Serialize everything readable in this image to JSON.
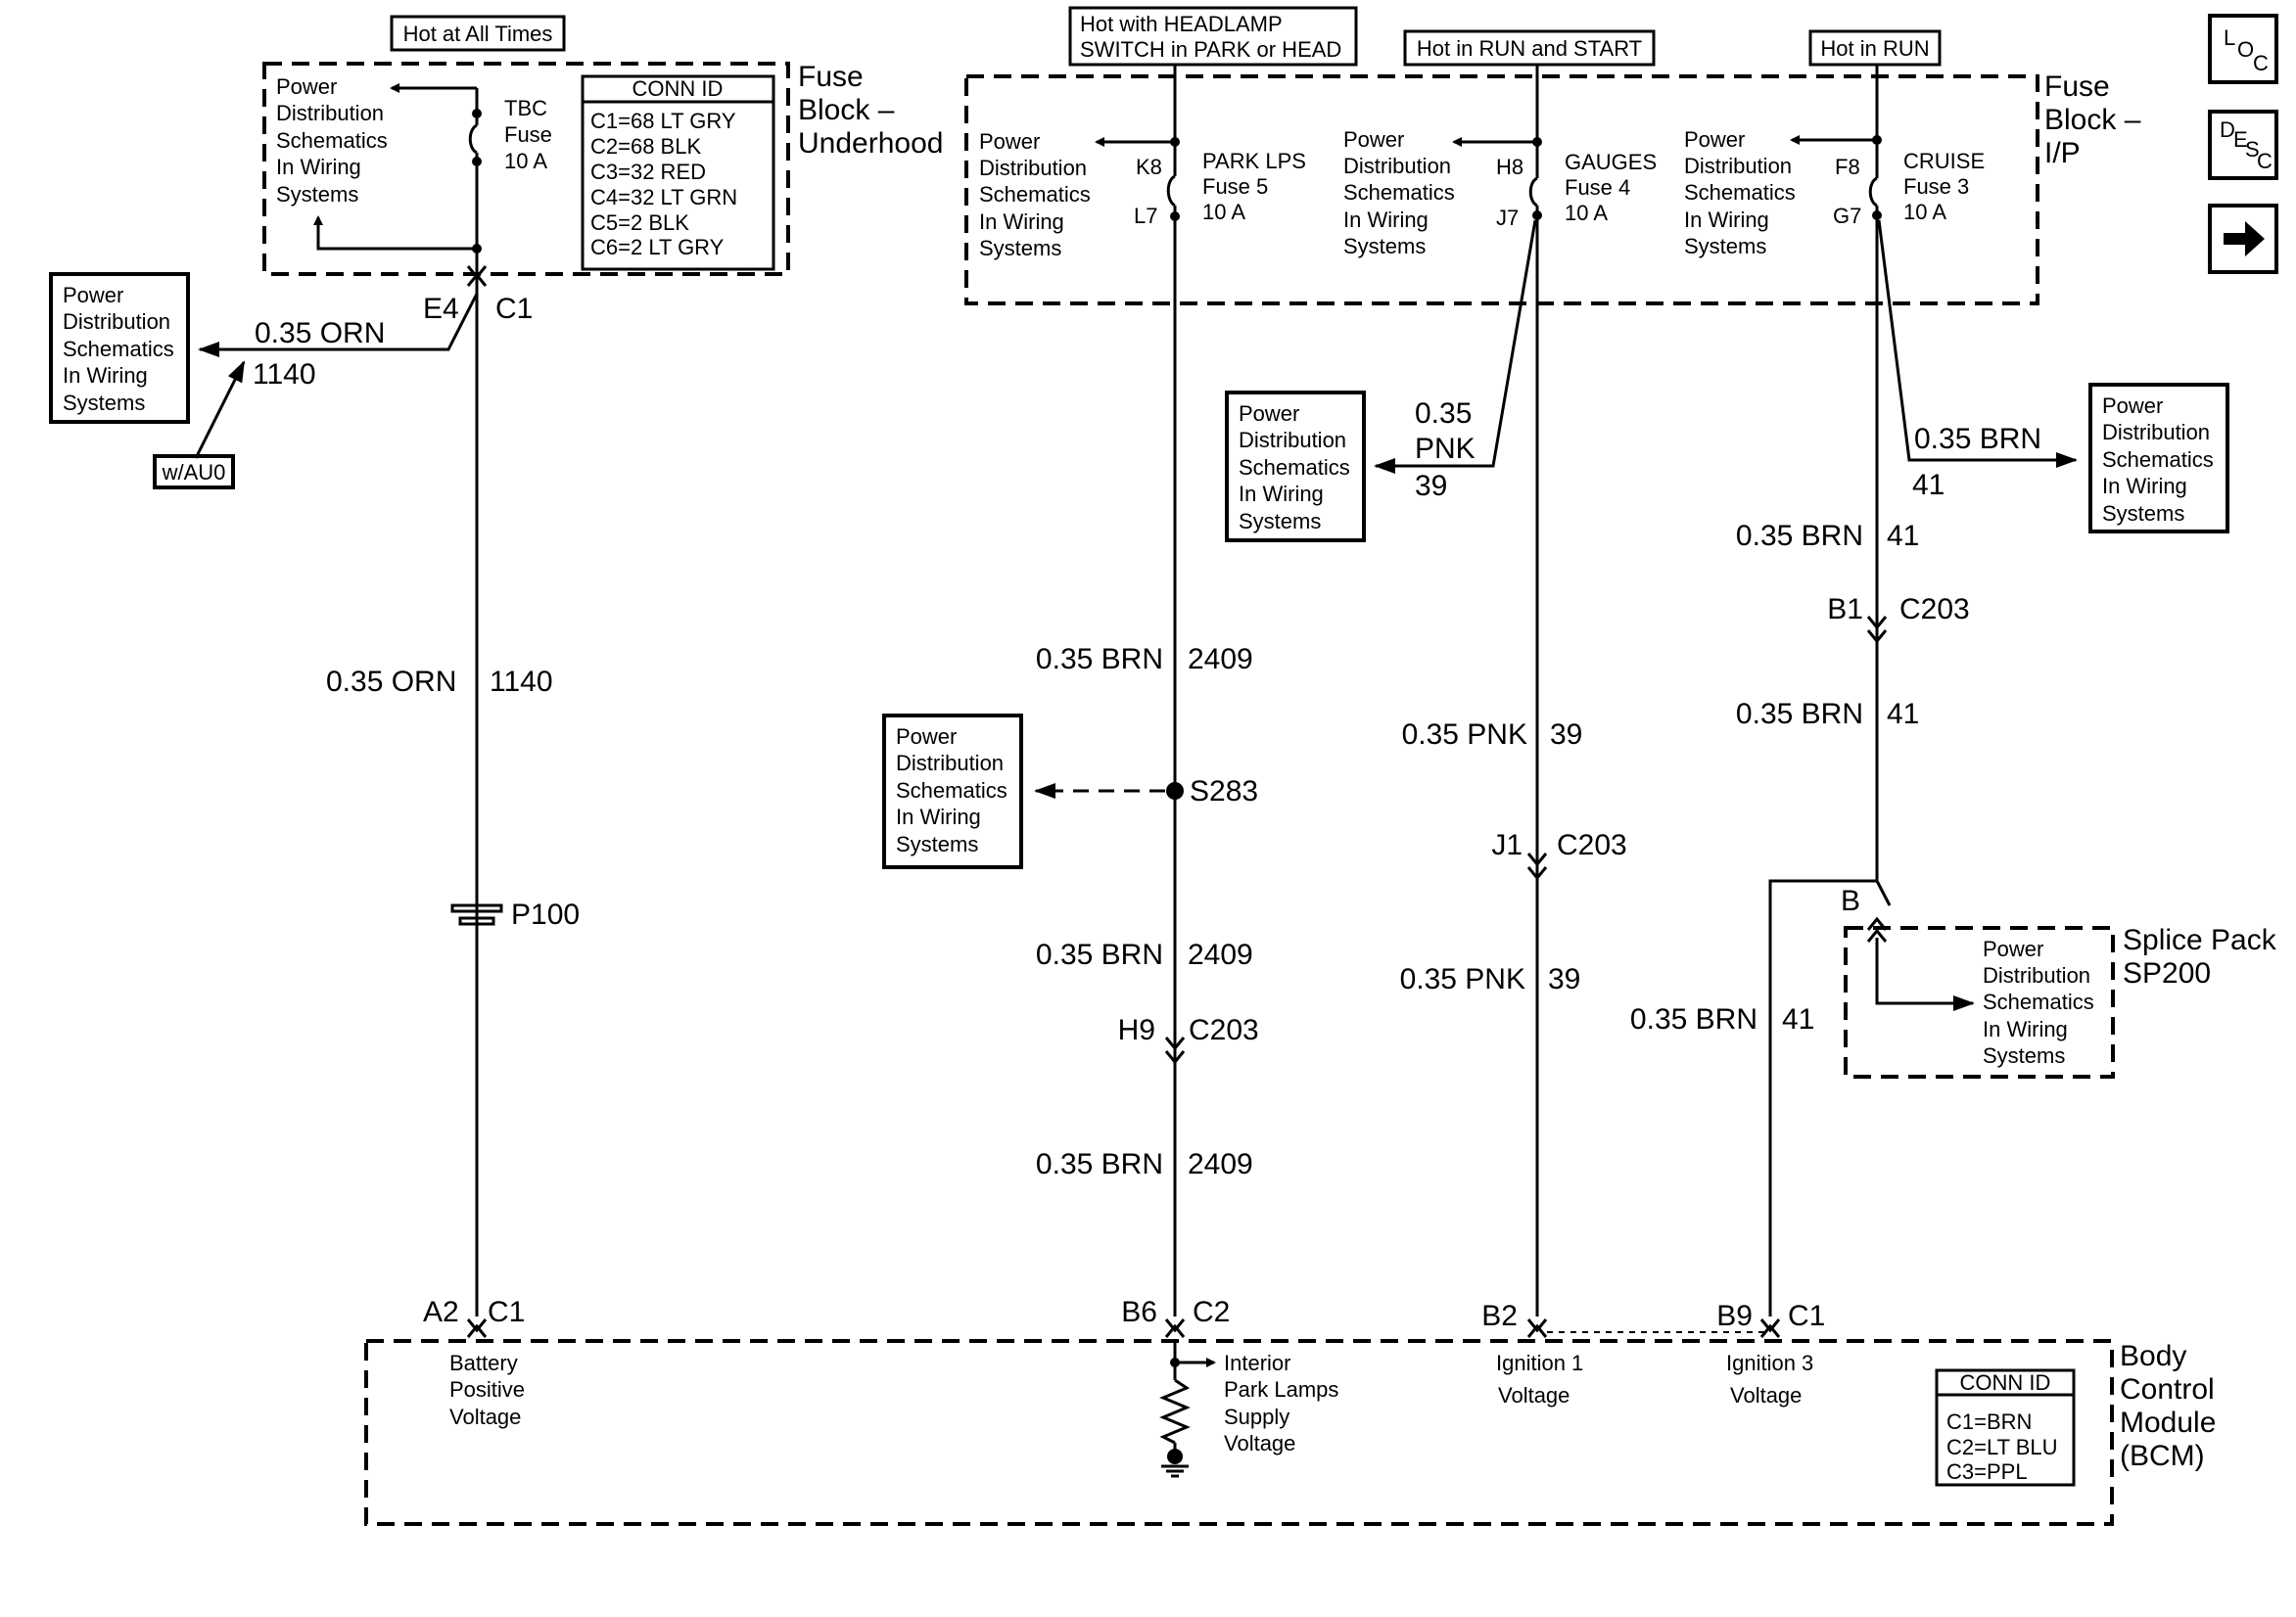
{
  "nav": {
    "loc": {
      "l1": "L",
      "l2": "O",
      "l3": "C"
    },
    "desc": {
      "l1": "D",
      "l2": "E",
      "l3": "S",
      "l4": "C"
    },
    "next_label": "Next"
  },
  "hot_labels": {
    "always": "Hot at All Times",
    "headlamp_line1": "Hot with HEADLAMP",
    "headlamp_line2": "SWITCH in PARK or HEAD",
    "run_start": "Hot in RUN and START",
    "run": "Hot in RUN"
  },
  "pds": {
    "l1": "Power",
    "l2": "Distribution",
    "l3": "Schematics",
    "l4": "In Wiring",
    "l5": "Systems"
  },
  "fuse_block_underhood": {
    "title_l1": "Fuse",
    "title_l2": "Block –",
    "title_l3": "Underhood",
    "fuse_l1": "TBC",
    "fuse_l2": "Fuse",
    "fuse_l3": "10 A",
    "conn_id_title": "CONN ID",
    "conn_ids": [
      "C1=68 LT GRY",
      "C2=68 BLK",
      "C3=32 RED",
      "C4=32 LT GRN",
      "C5=2 BLK",
      "C6=2 LT GRY"
    ]
  },
  "fuse_block_ip": {
    "title_l1": "Fuse",
    "title_l2": "Block –",
    "title_l3": "I/P",
    "fuses": [
      {
        "in_pin": "K8",
        "out_pin": "L7",
        "name": "PARK LPS",
        "number": "Fuse 5",
        "rating": "10 A"
      },
      {
        "in_pin": "H8",
        "out_pin": "J7",
        "name": "GAUGES",
        "number": "Fuse 4",
        "rating": "10 A"
      },
      {
        "in_pin": "F8",
        "out_pin": "G7",
        "name": "CRUISE",
        "number": "Fuse 3",
        "rating": "10 A"
      }
    ]
  },
  "circuit_1140": {
    "e4": "E4",
    "c1": "C1",
    "top_wire": "0.35 ORN",
    "top_num": "1140",
    "option": "w/AU0",
    "mid_wire": "0.35 ORN",
    "mid_num": "1140",
    "pass_through": "P100",
    "bcm_pin": "A2",
    "bcm_conn": "C1"
  },
  "circuit_2409": {
    "w1": "0.35 BRN",
    "n1": "2409",
    "splice": "S283",
    "w2": "0.35 BRN",
    "n2": "2409",
    "conn_pin": "H9",
    "conn": "C203",
    "w3": "0.35 BRN",
    "n3": "2409",
    "bcm_pin": "B6",
    "bcm_conn": "C2"
  },
  "circuit_39": {
    "branch_w1": "0.35",
    "branch_w2": "PNK",
    "branch_num": "39",
    "w1": "0.35 PNK",
    "n1": "39",
    "conn_pin": "J1",
    "conn": "C203",
    "w2": "0.35 PNK",
    "n2": "39",
    "bcm_pin": "B2"
  },
  "circuit_41": {
    "branch_w": "0.35 BRN",
    "branch_num": "41",
    "w1": "0.35 BRN",
    "n1": "41",
    "conn_pin": "B1",
    "conn": "C203",
    "w2": "0.35 BRN",
    "n2": "41",
    "splice_pin": "B",
    "splice_l1": "Splice Pack",
    "splice_l2": "SP200",
    "w3": "0.35 BRN",
    "n3": "41",
    "bcm_pin": "B9",
    "bcm_conn": "C1"
  },
  "bcm": {
    "title_l1": "Body",
    "title_l2": "Control",
    "title_l3": "Module",
    "title_l4": "(BCM)",
    "batt_l1": "Battery",
    "batt_l2": "Positive",
    "batt_l3": "Voltage",
    "park_l1": "Interior",
    "park_l2": "Park Lamps",
    "park_l3": "Supply",
    "park_l4": "Voltage",
    "ign1_l1": "Ignition 1",
    "ign1_l2": "Voltage",
    "ign3_l1": "Ignition 3",
    "ign3_l2": "Voltage",
    "conn_id_title": "CONN ID",
    "conn_ids": [
      "C1=BRN",
      "C2=LT BLU",
      "C3=PPL"
    ]
  }
}
